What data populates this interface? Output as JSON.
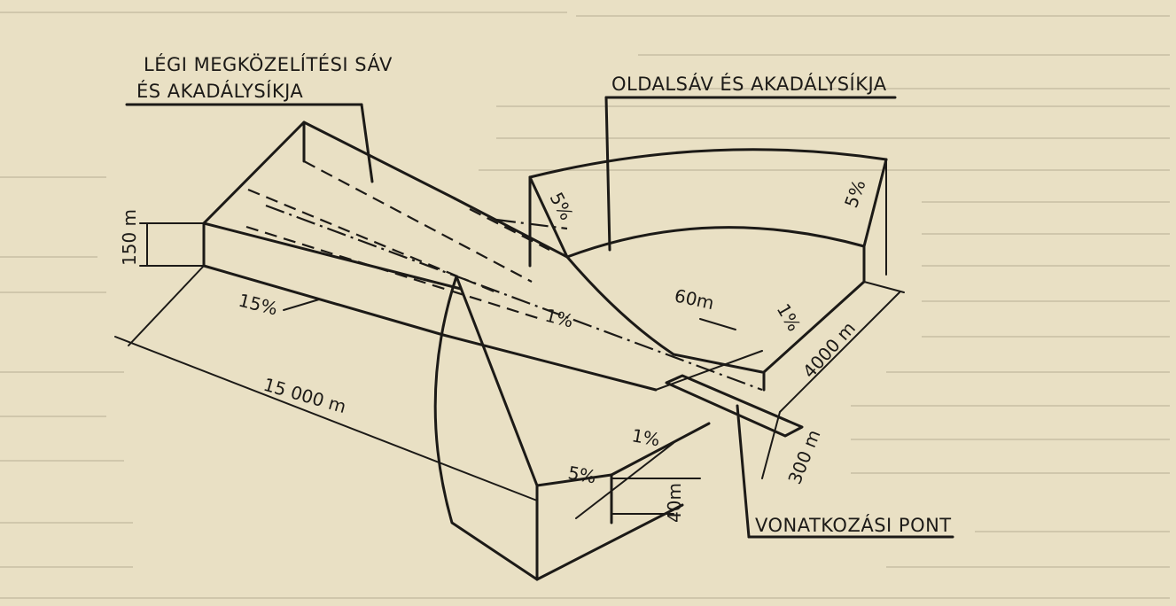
{
  "labels": {
    "approach_line1": "LÉGI MEGKÖZELÍTÉSI SÁV",
    "approach_line2": "ÉS AKADÁLYSÍKJA",
    "side_strip": "OLDALSÁV ÉS AKADÁLYSÍKJA",
    "reference_point": "VONATKOZÁSI PONT"
  },
  "dimensions": {
    "height_150": "150 m",
    "height_40": "40m",
    "length_15000": "15 000 m",
    "length_4000": "4000 m",
    "length_300": "300 m",
    "width_60": "60m"
  },
  "slopes": {
    "approach_15": "15%",
    "approach_1": "1%",
    "side_left_5": "5%",
    "side_right_5": "5%",
    "side_top_1": "1%",
    "front_1": "1%",
    "front_5": "5%"
  },
  "colors": {
    "paper": "#e9e0c4",
    "ink": "#1c1a17"
  }
}
